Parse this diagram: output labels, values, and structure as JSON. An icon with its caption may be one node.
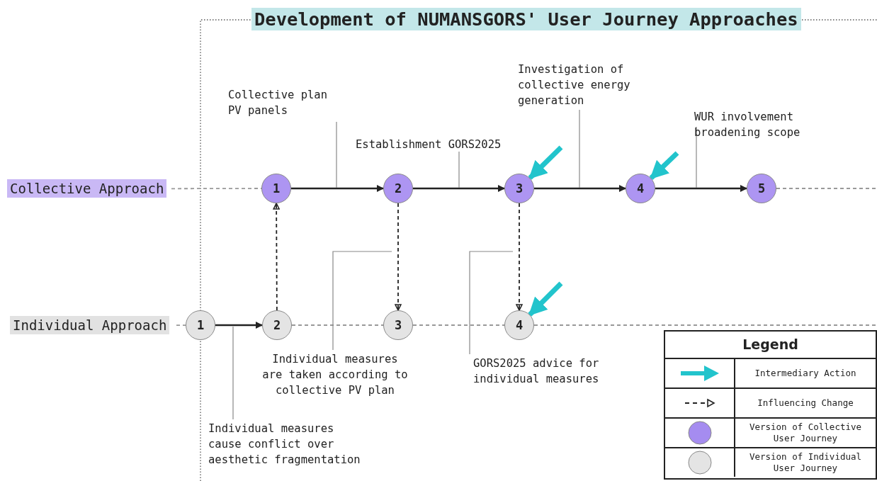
{
  "diagram": {
    "title": "Development of NUMANSGORS' User Journey Approaches",
    "nodes": [
      {
        "text": [
          "Collective Approach"
        ]
      },
      {
        "text": [
          "1"
        ]
      },
      {
        "text": [
          "2"
        ]
      },
      {
        "text": [
          "3"
        ]
      },
      {
        "text": [
          "4"
        ]
      },
      {
        "text": [
          "5"
        ]
      },
      {
        "text": [
          "Individual Approach"
        ]
      },
      {
        "text": [
          "1"
        ]
      },
      {
        "text": [
          "2"
        ]
      },
      {
        "text": [
          "3"
        ]
      },
      {
        "text": [
          "4"
        ]
      },
      {
        "text": [
          "Collective plan PV panels"
        ]
      },
      {
        "text": [
          "Establishment GORS2025"
        ]
      },
      {
        "text": [
          "Investigation of collective energy generation"
        ]
      },
      {
        "text": [
          "WUR involvement broadening scope"
        ]
      },
      {
        "text": [
          "Individual measures are taken according to collective PV plan"
        ]
      },
      {
        "text": [
          "GORS2025 advice for individual measures"
        ]
      },
      {
        "text": [
          "Individual measures cause conflict over aesthetic fragmentation"
        ]
      }
    ],
    "edges": [
      {
        "from": 0,
        "to": 1,
        "arrow": "none",
        "style": "dashed",
        "color": "#999999"
      },
      {
        "from": 1,
        "to": 2,
        "arrow": "to"
      },
      {
        "from": 2,
        "to": 3,
        "arrow": "to"
      },
      {
        "from": 3,
        "to": 4,
        "arrow": "to"
      },
      {
        "from": 4,
        "to": 5,
        "arrow": "to"
      },
      {
        "from": 5,
        "to": null,
        "arrow": "none",
        "style": "dashed",
        "color": "#999999"
      },
      {
        "from": 6,
        "to": 7,
        "arrow": "none",
        "style": "dashed",
        "color": "#999999"
      },
      {
        "from": 7,
        "to": 8,
        "arrow": "to"
      },
      {
        "from": 8,
        "to": 1,
        "arrow": "to",
        "style": "dashed"
      },
      {
        "from": 2,
        "to": 9,
        "arrow": "to",
        "style": "dashed"
      },
      {
        "from": 8,
        "to": 9,
        "arrow": "none",
        "style": "dashed",
        "color": "#999999"
      },
      {
        "from": 3,
        "to": 10,
        "arrow": "to",
        "style": "dashed"
      },
      {
        "from": 9,
        "to": 10,
        "arrow": "none",
        "style": "dashed",
        "color": "#999999"
      },
      {
        "from": 10,
        "to": null,
        "arrow": "none",
        "style": "dashed",
        "color": "#999999"
      },
      {
        "from": null,
        "to": 3,
        "arrow": "to",
        "style": "thick",
        "color": "#22c4cc"
      },
      {
        "from": null,
        "to": 4,
        "arrow": "to",
        "style": "thick",
        "color": "#22c4cc"
      },
      {
        "from": null,
        "to": 10,
        "arrow": "to",
        "style": "thick",
        "color": "#22c4cc"
      },
      {
        "from": 11,
        "to": null,
        "arrow": "none",
        "color": "#888888"
      },
      {
        "from": 12,
        "to": null,
        "arrow": "none",
        "color": "#888888"
      },
      {
        "from": 13,
        "to": null,
        "arrow": "none",
        "color": "#888888"
      },
      {
        "from": 14,
        "to": null,
        "arrow": "none",
        "color": "#888888"
      },
      {
        "from": 15,
        "to": null,
        "arrow": "none",
        "color": "#888888"
      },
      {
        "from": 16,
        "to": null,
        "arrow": "none",
        "color": "#888888"
      },
      {
        "from": 17,
        "to": null,
        "arrow": "none",
        "color": "#888888"
      }
    ],
    "labels": [
      "Legend"
    ],
    "legend": [
      {
        "text": "Intermediary Action"
      },
      {
        "text": "Influencing Change"
      },
      {
        "text": "Version of Collective User Journey",
        "color": "#a58cf0"
      },
      {
        "text": "Version of Individual User Journey",
        "color": "#e4e4e4"
      }
    ]
  }
}
